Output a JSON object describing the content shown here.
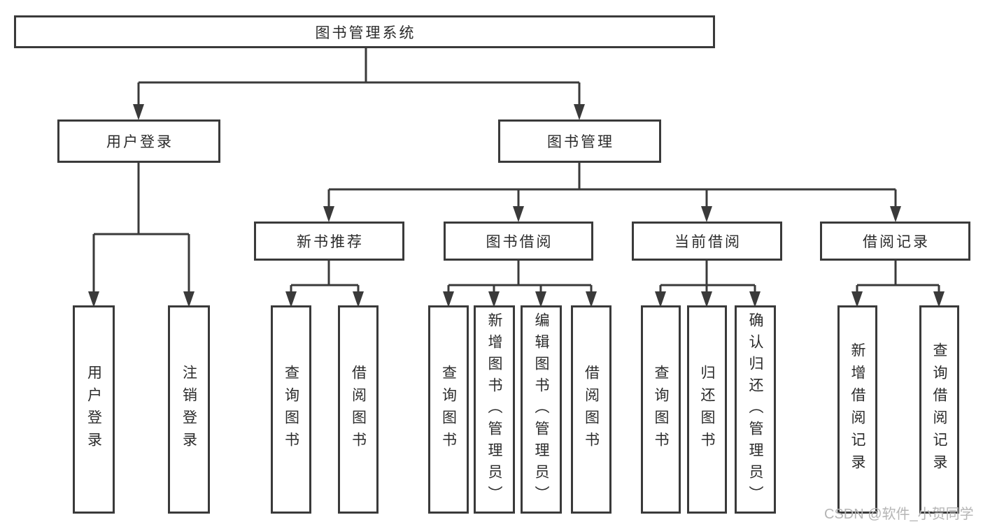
{
  "colors": {
    "line": "#3a3a3a",
    "box_border": "#3a3a3a",
    "text": "#2b2b2b",
    "watermark": "#b5b5b5",
    "background": "#ffffff"
  },
  "tree": {
    "root": {
      "label": "图书管理系统"
    },
    "branches": [
      {
        "label": "用户登录",
        "children": [
          {
            "label": "用户登录"
          },
          {
            "label": "注销登录"
          }
        ]
      },
      {
        "label": "图书管理",
        "children": [
          {
            "label": "新书推荐",
            "children": [
              {
                "label": "查询图书"
              },
              {
                "label": "借阅图书"
              }
            ]
          },
          {
            "label": "图书借阅",
            "children": [
              {
                "label": "查询图书"
              },
              {
                "label": "新增图书（管理员）"
              },
              {
                "label": "编辑图书（管理员）"
              },
              {
                "label": "借阅图书"
              }
            ]
          },
          {
            "label": "当前借阅",
            "children": [
              {
                "label": "查询图书"
              },
              {
                "label": "归还图书"
              },
              {
                "label": "确认归还（管理员）"
              }
            ]
          },
          {
            "label": "借阅记录",
            "children": [
              {
                "label": "新增借阅记录"
              },
              {
                "label": "查询借阅记录"
              }
            ]
          }
        ]
      }
    ]
  },
  "watermark": {
    "text": "CSDN @软件_小贺同学"
  }
}
